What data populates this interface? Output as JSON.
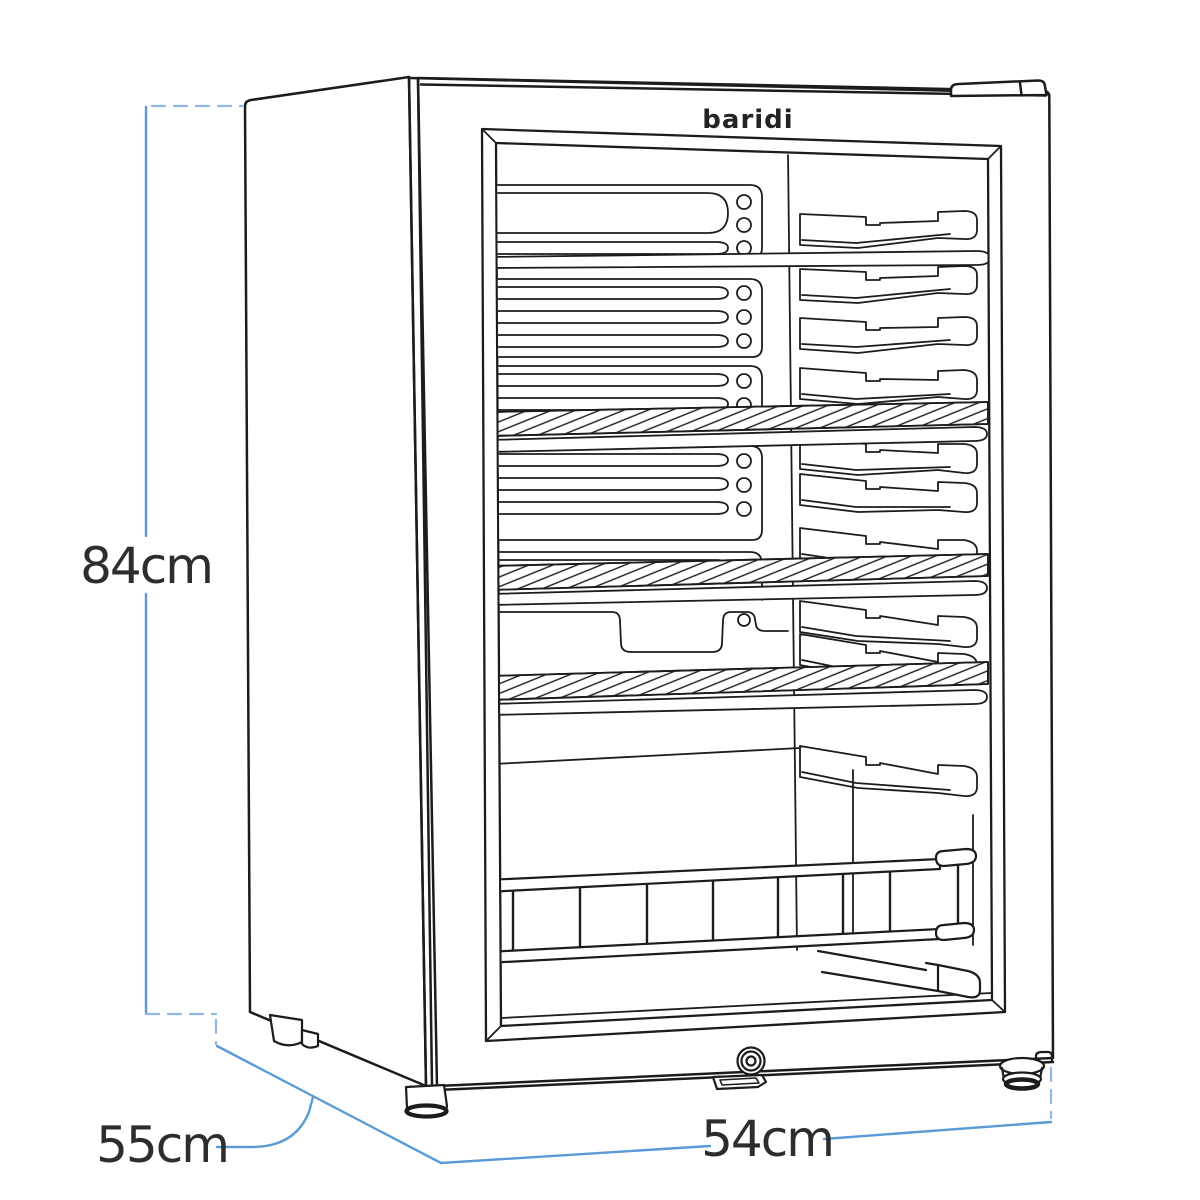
{
  "brand": {
    "logo": "baridi"
  },
  "dimension_labels": {
    "height": "84cm",
    "depth": "55cm",
    "width": "54cm"
  },
  "colors": {
    "line_art": "#1c1c1c",
    "dimension_line": "#5b9bd5",
    "dimension_dash": "#8fb8e6",
    "label_text": "#2d2d2d",
    "background": "#ffffff"
  }
}
